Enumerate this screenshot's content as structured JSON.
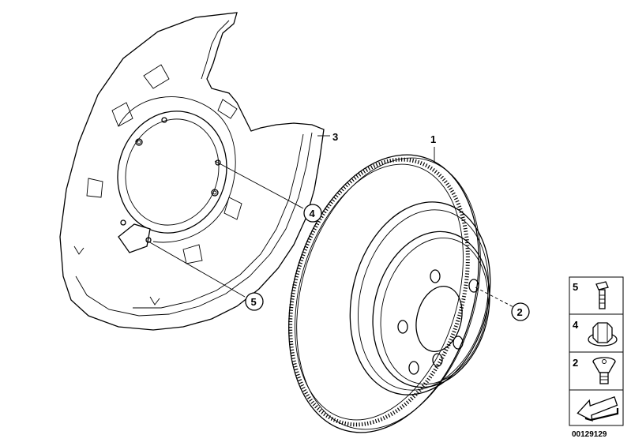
{
  "parts": [
    {
      "number": "1"
    },
    {
      "number": "2"
    },
    {
      "number": "3"
    },
    {
      "number": "4"
    },
    {
      "number": "5"
    }
  ],
  "legend": {
    "items": [
      {
        "number": "5",
        "icon": "bolt-icon"
      },
      {
        "number": "4",
        "icon": "hex-flange-nut-icon"
      },
      {
        "number": "2",
        "icon": "countersunk-screw-icon"
      }
    ],
    "arrow_icon": "navigation-arrow-icon"
  },
  "reference_number": "00129129"
}
